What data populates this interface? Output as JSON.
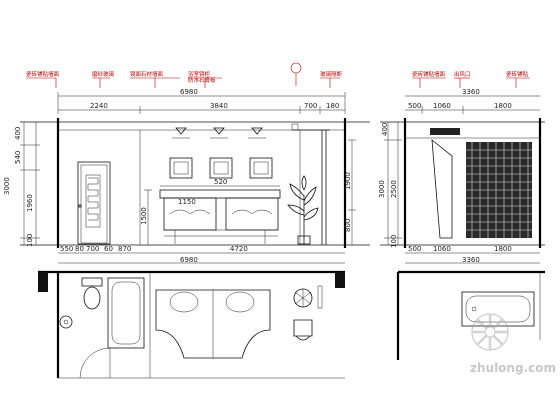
{
  "labels": {
    "a1": "瓷砖铺贴墙面",
    "a2": "磨砂玻璃",
    "a3": "镜面石材墙面",
    "a4": "浴室镜柜",
    "a5": "防水石膏板",
    "a6": "玻璃隔断",
    "b1": "瓷砖铺贴墙面",
    "b2": "出风口",
    "b3": "瓷砖铺贴"
  },
  "dims_top": {
    "total": "6980",
    "d1": "2240",
    "d2": "3840",
    "d3": "700",
    "d4": "180",
    "inner": "520",
    "inner2": "1150",
    "r_total": "3360",
    "r1": "500",
    "r2": "1060",
    "r3": "1800"
  },
  "dims_bottom": {
    "b1": "550",
    "b2": "80",
    "b3": "700",
    "b4": "60",
    "b5": "870",
    "b6": "4720",
    "total": "6980",
    "r1": "500",
    "r2": "1060",
    "r3": "1800",
    "r_total": "3360"
  },
  "dims_left": {
    "v1": "400",
    "v2": "540",
    "v3": "3000",
    "v4": "1960",
    "v5": "100"
  },
  "dims_mid": {
    "m1": "1500",
    "m2": "800",
    "m3": "1900"
  },
  "dims_right": {
    "r1": "400",
    "r2": "3000",
    "r3": "2500",
    "r4": "100"
  },
  "watermark": {
    "text": "zhulong.com"
  }
}
